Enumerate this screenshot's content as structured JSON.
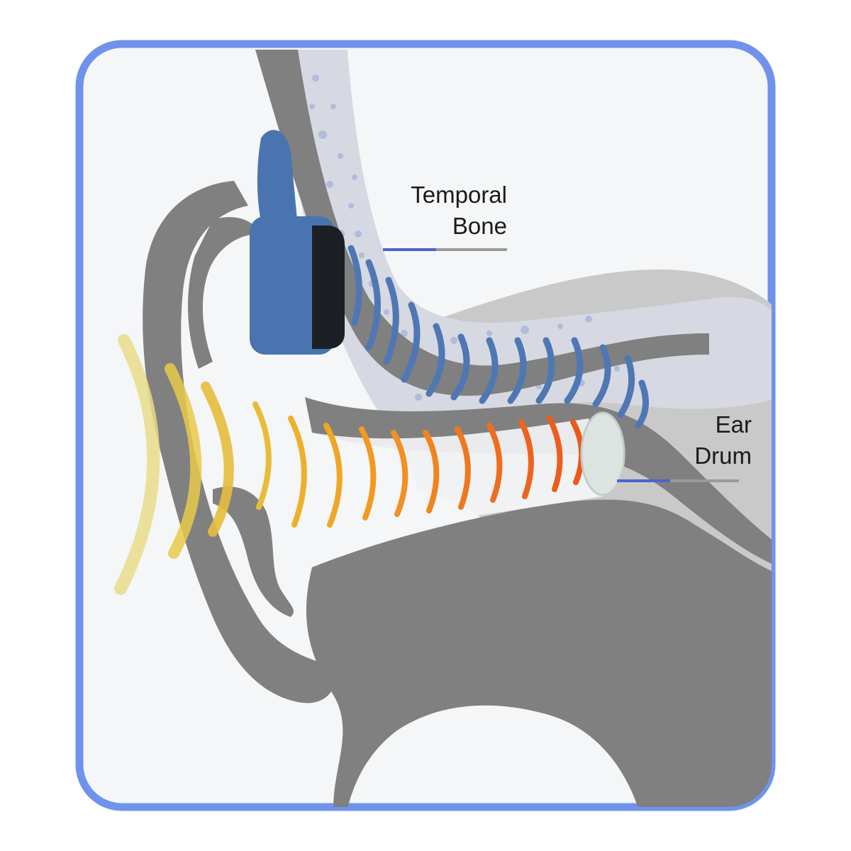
{
  "labels": {
    "temporal_bone": {
      "line1": "Temporal",
      "line2": "Bone"
    },
    "ear_drum": {
      "line1": "Ear",
      "line2": "Drum"
    }
  },
  "colors": {
    "frame": "#6f93ec",
    "panel": "#f4f6f7",
    "anatomy_dark": "#808080",
    "anatomy_light": "#c9c9c9",
    "bone": "#d6d9e1",
    "bone_dots": "#aab4dc",
    "headphone": "#4a74b0",
    "headphone_pad": "#1c1f24",
    "vibration_waves": "#4f77b4",
    "sound_waves_near": "#ee5a1d",
    "sound_waves_mid": "#f1a11e",
    "sound_waves_far": "#e8c84a",
    "ear_drum": "#dde3e0",
    "pointer_accent": "#4a63cf",
    "pointer_line": "#9a9a9a"
  },
  "icons": [
    "bone-conduction-headphone-icon",
    "ear-anatomy-icon"
  ]
}
